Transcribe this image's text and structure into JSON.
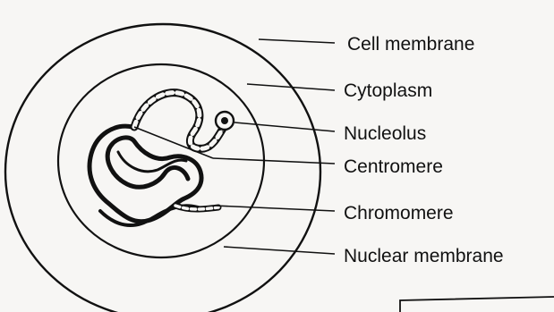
{
  "labels": {
    "cell_membrane": "Cell membrane",
    "cytoplasm": "Cytoplasm",
    "nucleolus": "Nucleolus",
    "centromere": "Centromere",
    "chromomere": "Chromomere",
    "nuclear_membrane": "Nuclear membrane"
  },
  "colors": {
    "ink": "#111111",
    "paper": "#f7f6f4"
  }
}
